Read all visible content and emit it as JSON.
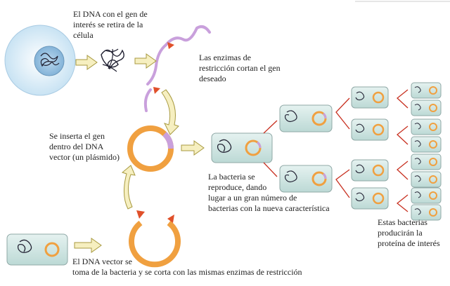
{
  "labels": {
    "dna_removed": "El DNA con el gen de\ninterés se retira de la\ncélula",
    "restriction_enzymes": "Las enzimas de\nrestricción cortan el gen\ndeseado",
    "inserted_gene": "Se inserta el gen\ndentro del DNA\nvector (un plásmido)",
    "bacteria_reproduces": "La bacteria se\nreproduce, dando\nlugar a un gran número de\nbacterias con la nueva característica",
    "produce_protein": "Estas bacterias\nproducirán la\nproteína de interés",
    "vector_cut": "El DNA vector se\ntoma de la bacteria y se corta con las mismas enzimas de restricción"
  },
  "colors": {
    "cell_fill": "#d8ecf7",
    "bacteria_fill": "#cfe6e3",
    "bacteria_stroke": "#8fa8a6",
    "plasmid": "#f0a040",
    "gene": "#c9a0dc",
    "enzyme": "#e0502a",
    "branch_line": "#c83020",
    "arrow_fill": "#f6efc0",
    "arrow_stroke": "#a89a40"
  }
}
